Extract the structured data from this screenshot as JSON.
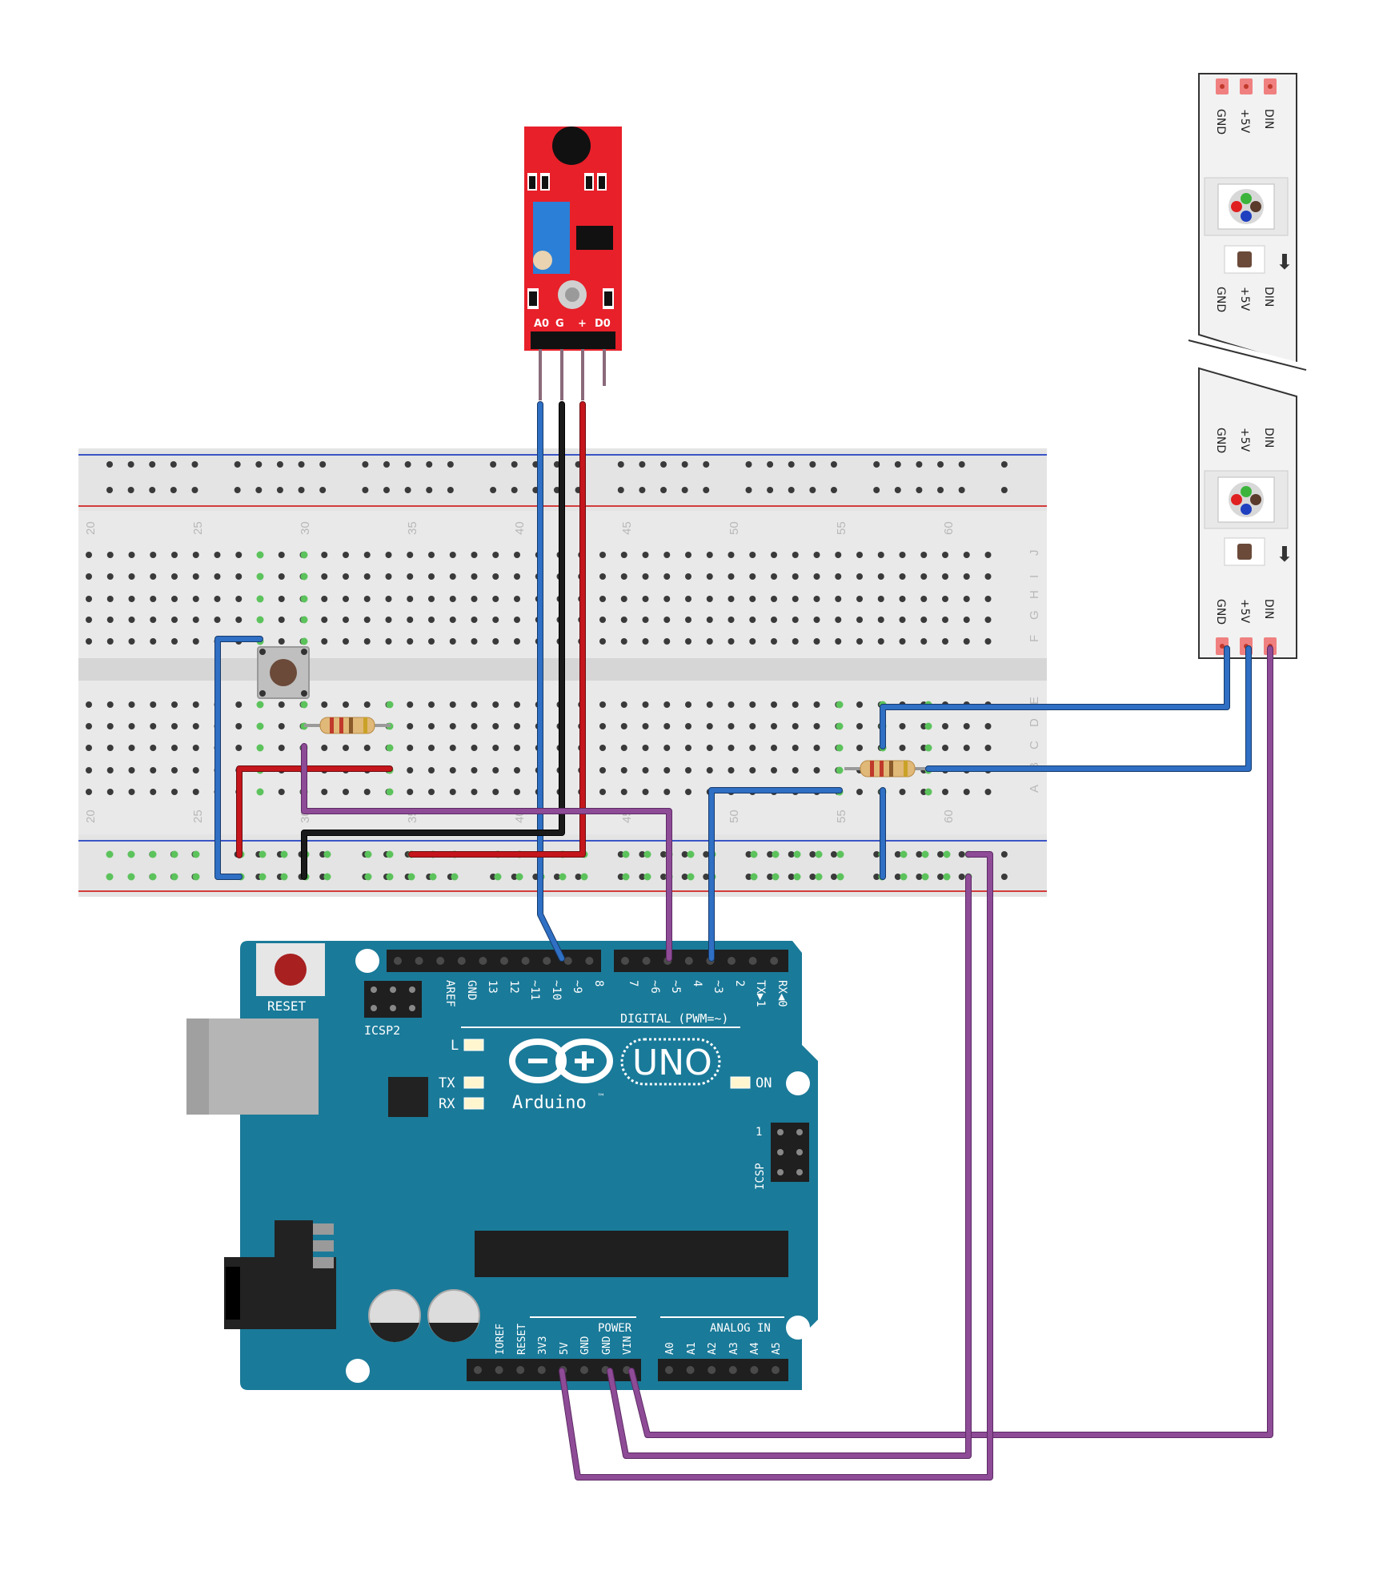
{
  "sensor": {
    "pins": [
      "A0",
      "G",
      "+",
      "D0"
    ]
  },
  "breadboard": {
    "top_column_numbers": [
      "20",
      "25",
      "30",
      "35",
      "40",
      "45",
      "50",
      "55",
      "60"
    ],
    "bottom_column_numbers": [
      "20",
      "25",
      "30",
      "35",
      "40",
      "45",
      "50",
      "55",
      "60"
    ],
    "row_letters_top": [
      "J",
      "I",
      "H",
      "G",
      "F"
    ],
    "row_letters_bottom": [
      "E",
      "D",
      "C",
      "B",
      "A"
    ]
  },
  "led_strip": {
    "labels": [
      "GND",
      "+5V",
      "DIN"
    ]
  },
  "arduino": {
    "reset_label": "RESET",
    "icsp2_label": "ICSP2",
    "icsp_label": "ICSP",
    "icsp_pin1": "1",
    "digital_label": "DIGITAL (PWM=~)",
    "brand": "Arduino",
    "tm": "™",
    "model": "UNO",
    "led_l": "L",
    "led_tx": "TX",
    "led_rx": "RX",
    "led_on": "ON",
    "power_label": "POWER",
    "analog_label": "ANALOG IN",
    "digital_pins_left": [
      "AREF",
      "GND",
      "13",
      "12",
      "~11",
      "~10",
      "~9",
      "8"
    ],
    "digital_pins_right": [
      "7",
      "~6",
      "~5",
      "4",
      "~3",
      "2",
      "TX▶1",
      "RX◀0"
    ],
    "power_pins": [
      "IOREF",
      "RESET",
      "3V3",
      "5V",
      "GND",
      "GND",
      "VIN"
    ],
    "analog_pins": [
      "A0",
      "A1",
      "A2",
      "A3",
      "A4",
      "A5"
    ]
  },
  "colors": {
    "wire_blue": "#2f6fc4",
    "wire_red": "#c4161c",
    "wire_black": "#1a1a1a",
    "wire_purple": "#8e4b96",
    "board_teal": "#1a7a99",
    "sensor_red": "#e8202a"
  }
}
